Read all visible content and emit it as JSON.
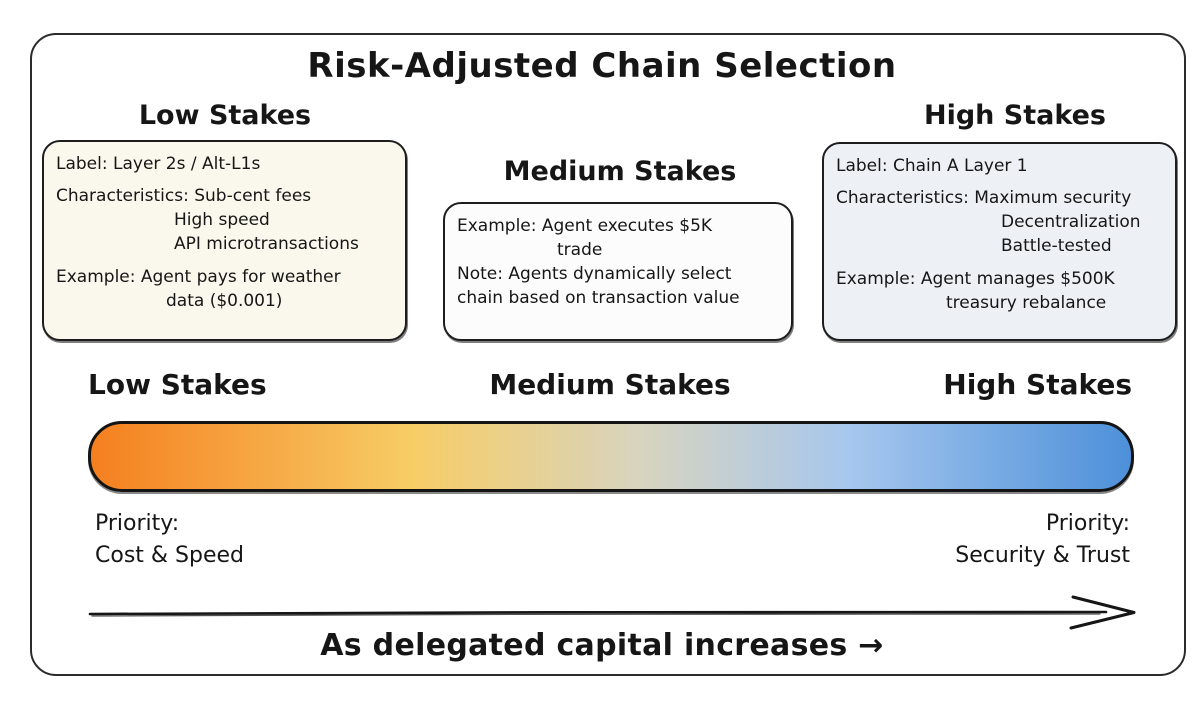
{
  "title": "Risk-Adjusted Chain Selection",
  "colors": {
    "low-box-bg": "#faf8ec",
    "medium-box-bg": "#fcfcfd",
    "high-box-bg": "#edf1f6",
    "grad-orange": "#f57f1f",
    "grad-yellow": "#f7cd66",
    "grad-sand": "#d7d4c0",
    "grad-lightblue": "#a6c7ee",
    "grad-blue": "#4d90d9"
  },
  "boxes": {
    "low": {
      "heading": "Low Stakes",
      "label_line": "Label: Layer 2s / Alt-L1s",
      "characteristics_line": "Characteristics: Sub-cent fees",
      "characteristics_cont": [
        "High speed",
        "API microtransactions"
      ],
      "example_line": "Example: Agent pays for weather",
      "example_cont": "data ($0.001)"
    },
    "medium": {
      "heading": "Medium Stakes",
      "example_line": "Example: Agent executes $5K",
      "example_cont": "trade",
      "note_line": "Note: Agents dynamically select",
      "note_cont": "chain based on transaction value"
    },
    "high": {
      "heading": "High Stakes",
      "label_line": "Label: Chain A Layer 1",
      "characteristics_line": "Characteristics: Maximum security",
      "characteristics_cont": [
        "Decentralization",
        "Battle-tested"
      ],
      "example_line": "Example: Agent manages $500K",
      "example_cont": "treasury rebalance"
    }
  },
  "scale": {
    "labels": [
      "Low Stakes",
      "Medium Stakes",
      "High Stakes"
    ],
    "priority_left": {
      "title": "Priority:",
      "value": "Cost & Speed"
    },
    "priority_right": {
      "title": "Priority:",
      "value": "Security & Trust"
    }
  },
  "footer": {
    "arrow_caption": "As delegated capital increases →"
  }
}
